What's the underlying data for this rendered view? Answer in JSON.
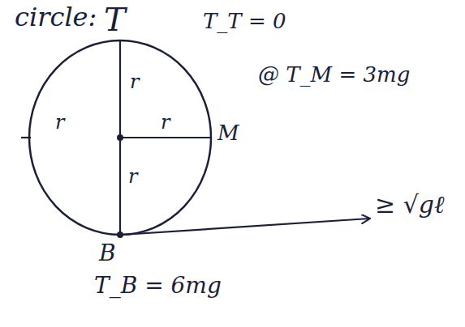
{
  "diagram": {
    "labels": [
      "circle:",
      "T",
      "T_T = 0",
      "r",
      "r",
      "r",
      "M",
      "@ T_M = 3mg",
      "r",
      "≥ √gℓ",
      "B",
      "T_B = 6mg"
    ]
  }
}
